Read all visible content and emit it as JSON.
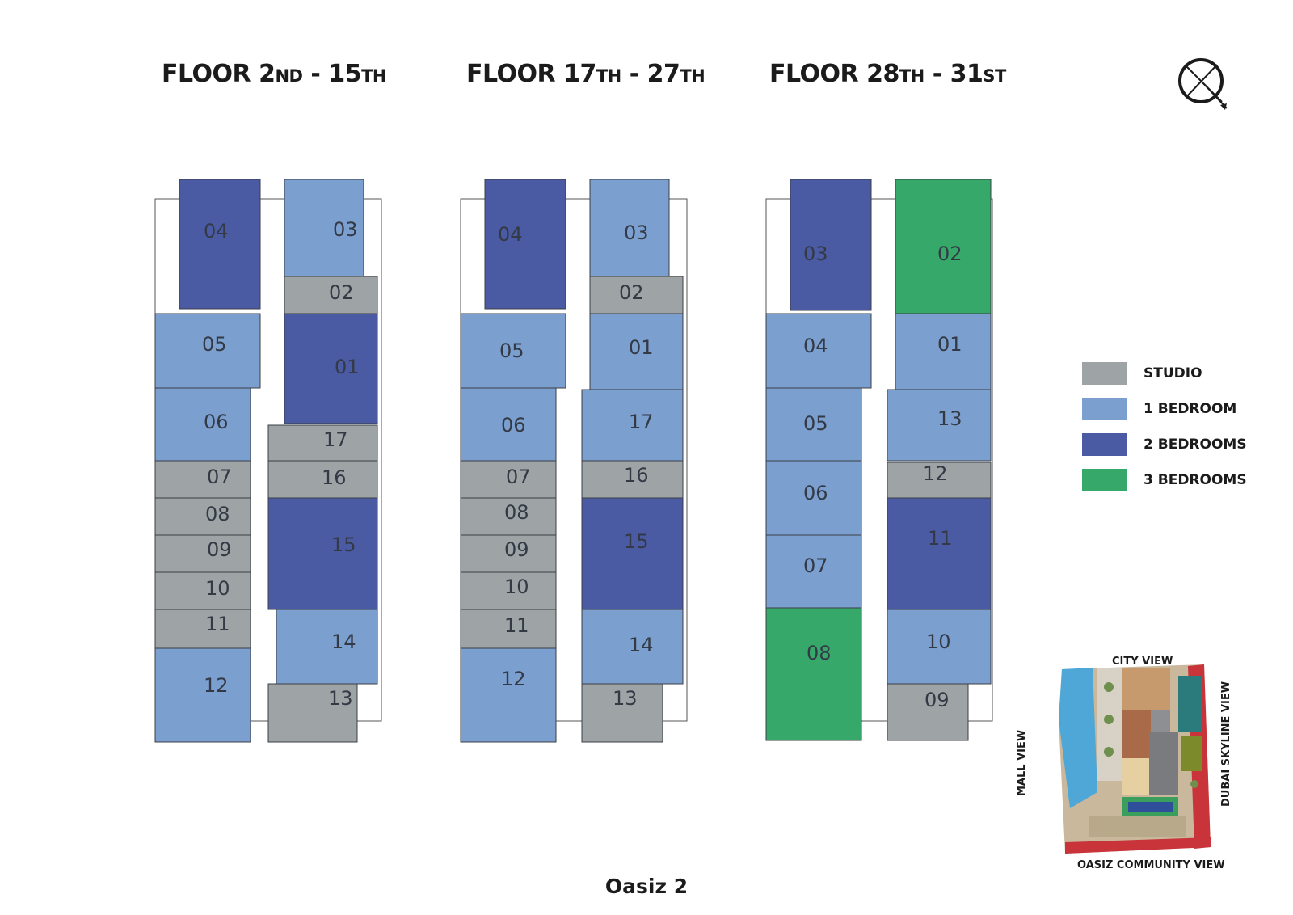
{
  "floors": [
    {
      "title_main": "FLOOR 2",
      "title_sup1": "ND",
      "title_mid": " - 15",
      "title_sup2": "TH",
      "units": [
        {
          "label": "04",
          "type": "2 BEDROOMS"
        },
        {
          "label": "03",
          "type": "1 BEDROOM"
        },
        {
          "label": "02",
          "type": "STUDIO"
        },
        {
          "label": "05",
          "type": "1 BEDROOM"
        },
        {
          "label": "01",
          "type": "2 BEDROOMS"
        },
        {
          "label": "06",
          "type": "1 BEDROOM"
        },
        {
          "label": "17",
          "type": "STUDIO"
        },
        {
          "label": "07",
          "type": "STUDIO"
        },
        {
          "label": "16",
          "type": "STUDIO"
        },
        {
          "label": "08",
          "type": "STUDIO"
        },
        {
          "label": "15",
          "type": "2 BEDROOMS"
        },
        {
          "label": "09",
          "type": "STUDIO"
        },
        {
          "label": "10",
          "type": "STUDIO"
        },
        {
          "label": "11",
          "type": "STUDIO"
        },
        {
          "label": "14",
          "type": "1 BEDROOM"
        },
        {
          "label": "12",
          "type": "1 BEDROOM"
        },
        {
          "label": "13",
          "type": "STUDIO"
        }
      ]
    },
    {
      "title_main": "FLOOR 17",
      "title_sup1": "TH",
      "title_mid": " - 27",
      "title_sup2": "TH",
      "units": [
        {
          "label": "04",
          "type": "2 BEDROOMS"
        },
        {
          "label": "03",
          "type": "1 BEDROOM"
        },
        {
          "label": "02",
          "type": "STUDIO"
        },
        {
          "label": "05",
          "type": "1 BEDROOM"
        },
        {
          "label": "01",
          "type": "1 BEDROOM"
        },
        {
          "label": "06",
          "type": "1 BEDROOM"
        },
        {
          "label": "17",
          "type": "1 BEDROOM"
        },
        {
          "label": "07",
          "type": "STUDIO"
        },
        {
          "label": "16",
          "type": "STUDIO"
        },
        {
          "label": "08",
          "type": "STUDIO"
        },
        {
          "label": "15",
          "type": "2 BEDROOMS"
        },
        {
          "label": "09",
          "type": "STUDIO"
        },
        {
          "label": "10",
          "type": "STUDIO"
        },
        {
          "label": "11",
          "type": "STUDIO"
        },
        {
          "label": "14",
          "type": "1 BEDROOM"
        },
        {
          "label": "12",
          "type": "1 BEDROOM"
        },
        {
          "label": "13",
          "type": "STUDIO"
        }
      ]
    },
    {
      "title_main": "FLOOR 28",
      "title_sup1": "TH",
      "title_mid": " - 31",
      "title_sup2": "ST",
      "units": [
        {
          "label": "03",
          "type": "2 BEDROOMS"
        },
        {
          "label": "02",
          "type": "3 BEDROOMS"
        },
        {
          "label": "04",
          "type": "1 BEDROOM"
        },
        {
          "label": "01",
          "type": "1 BEDROOM"
        },
        {
          "label": "05",
          "type": "1 BEDROOM"
        },
        {
          "label": "13",
          "type": "1 BEDROOM"
        },
        {
          "label": "06",
          "type": "1 BEDROOM"
        },
        {
          "label": "12",
          "type": "STUDIO"
        },
        {
          "label": "11",
          "type": "2 BEDROOMS"
        },
        {
          "label": "07",
          "type": "1 BEDROOM"
        },
        {
          "label": "08",
          "type": "3 BEDROOMS"
        },
        {
          "label": "10",
          "type": "1 BEDROOM"
        },
        {
          "label": "09",
          "type": "STUDIO"
        }
      ]
    }
  ],
  "legend": [
    {
      "label": "STUDIO",
      "color": "#9ea3a6"
    },
    {
      "label": "1 BEDROOM",
      "color": "#7b9fcf"
    },
    {
      "label": "2 BEDROOMS",
      "color": "#4a5aa3"
    },
    {
      "label": "3 BEDROOMS",
      "color": "#35a86a"
    }
  ],
  "site_views": {
    "top": "CITY VIEW",
    "bottom": "OASIZ COMMUNITY VIEW",
    "left": "MALL VIEW",
    "right": "DUBAI SKYLINE VIEW"
  },
  "compass_icon": "north-arrow-icon",
  "project_name": "Oasiz 2"
}
